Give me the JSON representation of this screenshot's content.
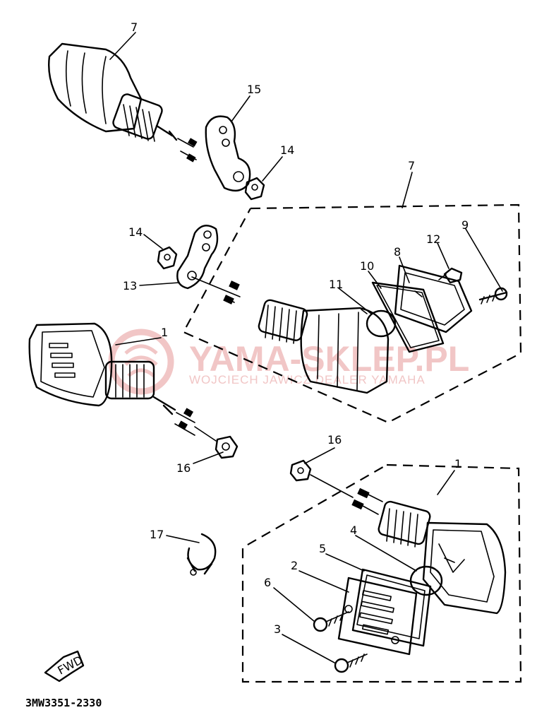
{
  "labels": {
    "l7a": "7",
    "l15": "15",
    "l14a": "14",
    "l7b": "7",
    "l14b": "14",
    "l13": "13",
    "l12": "12",
    "l9": "9",
    "l8": "8",
    "l10": "10",
    "l11": "11",
    "l1a": "1",
    "l16a": "16",
    "l16b": "16",
    "l1b": "1",
    "l17": "17",
    "l4": "4",
    "l5": "5",
    "l2": "2",
    "l6": "6",
    "l3": "3"
  },
  "watermark": {
    "title": "YAMA-SKLEP.PL",
    "subtitle": "WOJCIECH JAWICZ DEALER YAMAHA"
  },
  "fwd_label": "FWD",
  "diagram_code": "3MW3351-2330",
  "colors": {
    "ink": "#000000",
    "watermark": "#f1c6c6"
  }
}
